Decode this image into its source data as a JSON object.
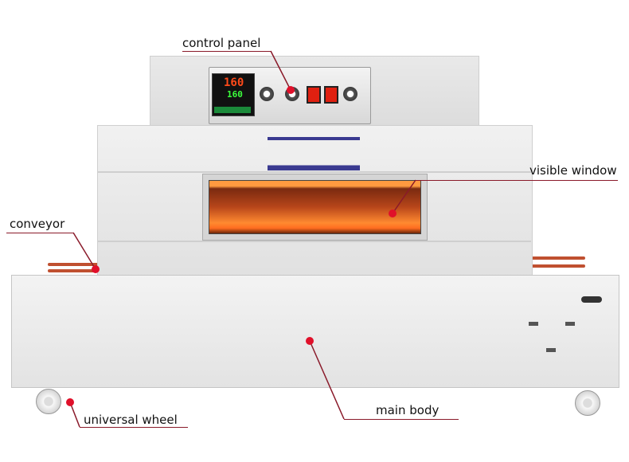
{
  "labels": {
    "control_panel": "control panel",
    "visible_window": "visible window",
    "conveyor": "conveyor",
    "universal_wheel": "universal wheel",
    "main_body": "main body"
  },
  "display": {
    "set_value": "160",
    "actual_value": "160"
  },
  "colors": {
    "leader_line": "#8a1a2a",
    "marker": "#e0102a"
  }
}
